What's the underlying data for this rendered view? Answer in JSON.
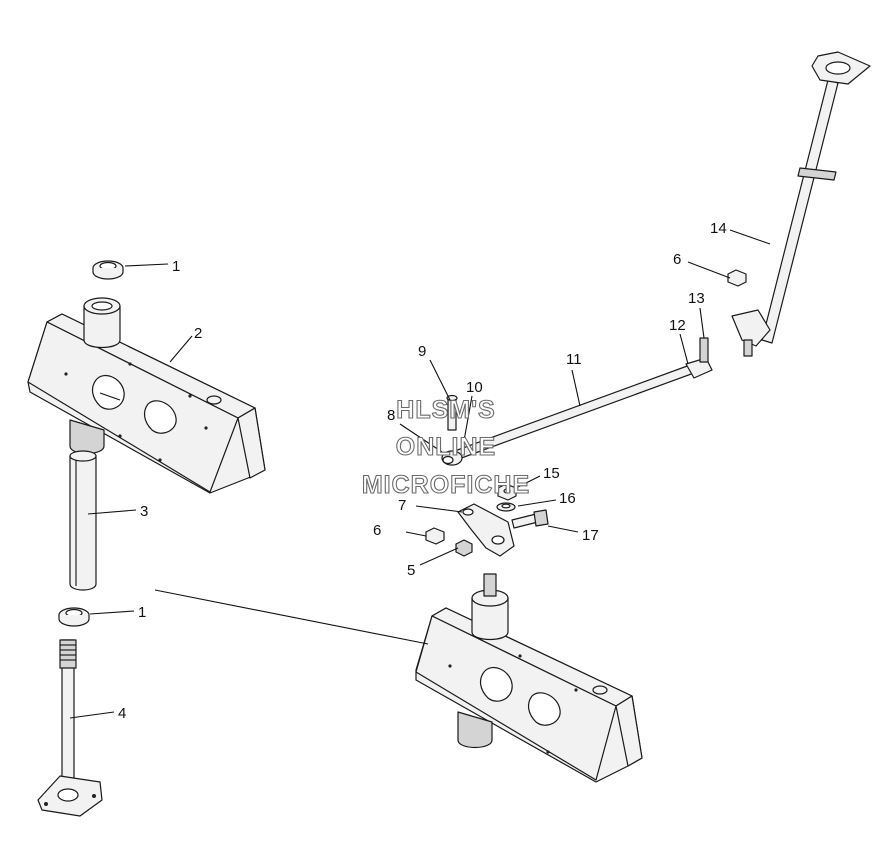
{
  "watermark": {
    "line1": "HLSM'S",
    "line2": "ONLINE",
    "line3": "MICROFICHE"
  },
  "callouts": {
    "c1_top": "1",
    "c1_bottom": "1",
    "c2": "2",
    "c3": "3",
    "c4": "4",
    "c5": "5",
    "c6_left": "6",
    "c6_right": "6",
    "c7": "7",
    "c8": "8",
    "c9": "9",
    "c10": "10",
    "c11": "11",
    "c12": "12",
    "c13": "13",
    "c14": "14",
    "c15": "15",
    "c16": "16",
    "c17": "17"
  },
  "colors": {
    "line": "#111111",
    "part_fill": "#f2f2f2",
    "watermark_outline": "#6b6b6b"
  }
}
